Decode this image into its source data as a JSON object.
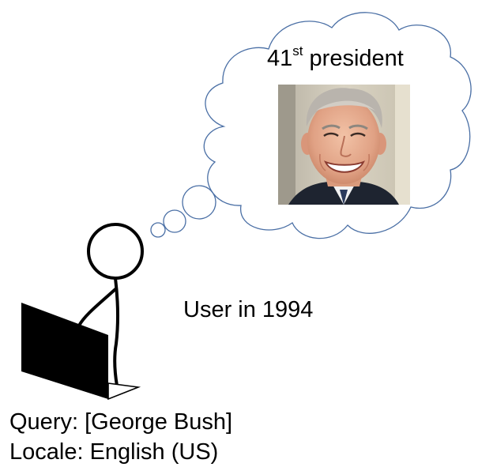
{
  "thought": {
    "ordinal_number": "41",
    "ordinal_suffix": "st",
    "title_rest": " president",
    "cloud_stroke_color": "#4a6fa5",
    "photo": "smiling-man-portrait"
  },
  "user": {
    "caption": "User in 1994",
    "figure": "stick-figure-at-laptop"
  },
  "query": {
    "line": "Query: [George Bush]"
  },
  "locale": {
    "line": "Locale: English (US)"
  }
}
